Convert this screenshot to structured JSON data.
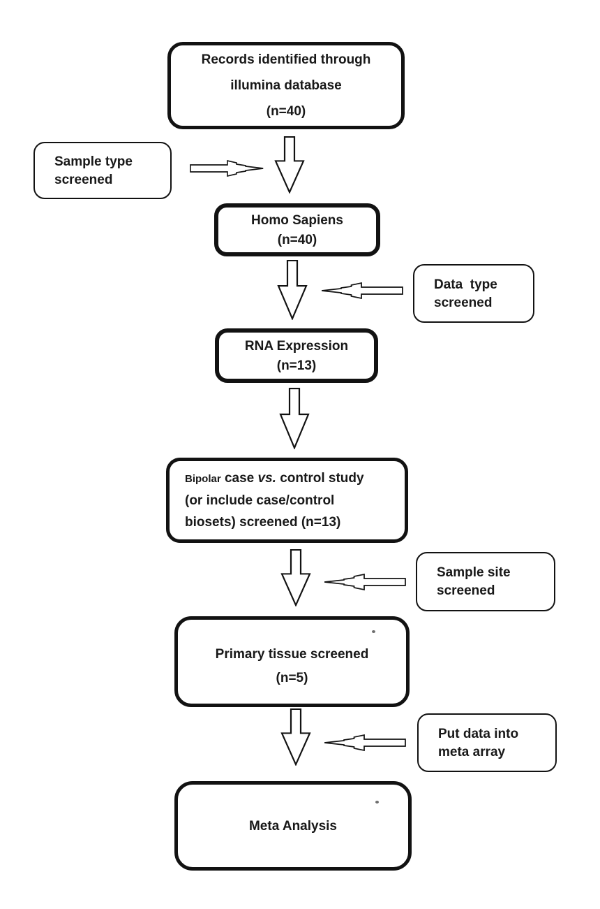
{
  "colors": {
    "stroke": "#121212",
    "background": "#ffffff"
  },
  "boxes": {
    "records": {
      "line1": "Records identified through",
      "line2": "illumina database",
      "line3": "(n=40)"
    },
    "homo_sapiens": {
      "line1": "Homo Sapiens",
      "line2": "(n=40)"
    },
    "rna_expression": {
      "line1": "RNA Expression",
      "line2": "(n=13)"
    },
    "bipolar": {
      "word_small": "Bipolar",
      "seg_case": "case",
      "vs": "vs.",
      "seg_control": "control study",
      "line2": "(or include case/control",
      "line3": "biosets) screened (n=13)"
    },
    "primary_tissue": {
      "line1": "Primary tissue screened",
      "line2": "(n=5)"
    },
    "meta_analysis": {
      "line1": "Meta Analysis"
    }
  },
  "notes": {
    "sample_type": {
      "line1": "Sample type",
      "line2": "screened"
    },
    "data_type": {
      "line1": "Data  type",
      "line2": "screened"
    },
    "sample_site": {
      "line1": "Sample site",
      "line2": "screened"
    },
    "put_data": {
      "line1": "Put data into",
      "line2": "meta array"
    }
  }
}
